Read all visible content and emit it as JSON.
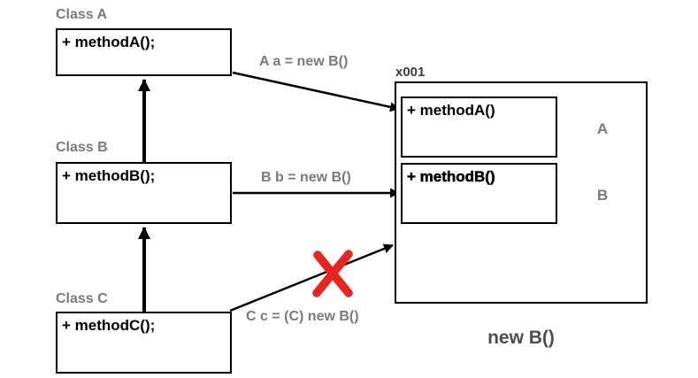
{
  "diagram": {
    "classes": [
      {
        "title": "Class A",
        "member": "+ methodA();"
      },
      {
        "title": "Class B",
        "member": "+ methodB();"
      },
      {
        "title": "Class C",
        "member": "+ methodC();"
      }
    ],
    "assignments": [
      {
        "label": "A a = new B()",
        "valid": true
      },
      {
        "label": "B b = new B()",
        "valid": true
      },
      {
        "label": "C c = (C) new B()",
        "valid": false
      }
    ],
    "object": {
      "address": "x001",
      "slots": [
        {
          "method": "+ methodA()",
          "class_label": "A"
        },
        {
          "method": "+ methodB()",
          "class_label": "B"
        }
      ],
      "caption": "new B()"
    },
    "colors": {
      "label_gray": "#7a7a7a",
      "address_gray": "#3b3b3b",
      "caption_gray": "#4d4d4d",
      "line_black": "#000000",
      "error_red": "#e8251c"
    }
  }
}
